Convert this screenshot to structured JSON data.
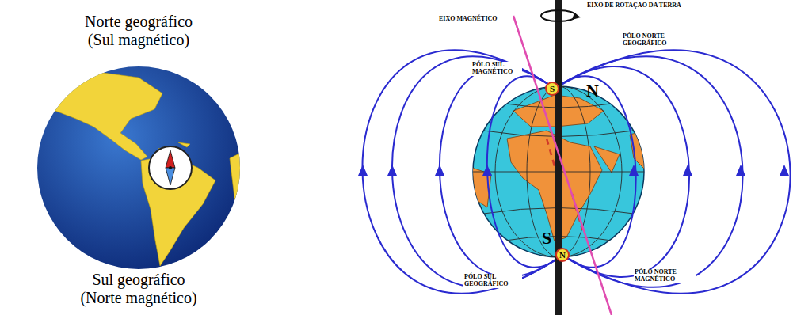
{
  "diagram": {
    "nodes": [
      {
        "text": [
          "S"
        ]
      },
      {
        "text": [
          "N"
        ]
      }
    ],
    "labels": [
      "Norte geográfico (Sul magnético)",
      "Sul geográfico (Norte magnético)",
      "EIXO MAGNÉTICO",
      "EIXO DE ROTAÇÃO DA TERRA",
      "PÓLO NORTE GEOGRÁFICO",
      "PÓLO SUL MAGNÉTICO",
      "N",
      "S",
      "PÓLO SUL GEOGRÁFICO",
      "PÓLO NORTE MAGNÉTICO"
    ]
  }
}
